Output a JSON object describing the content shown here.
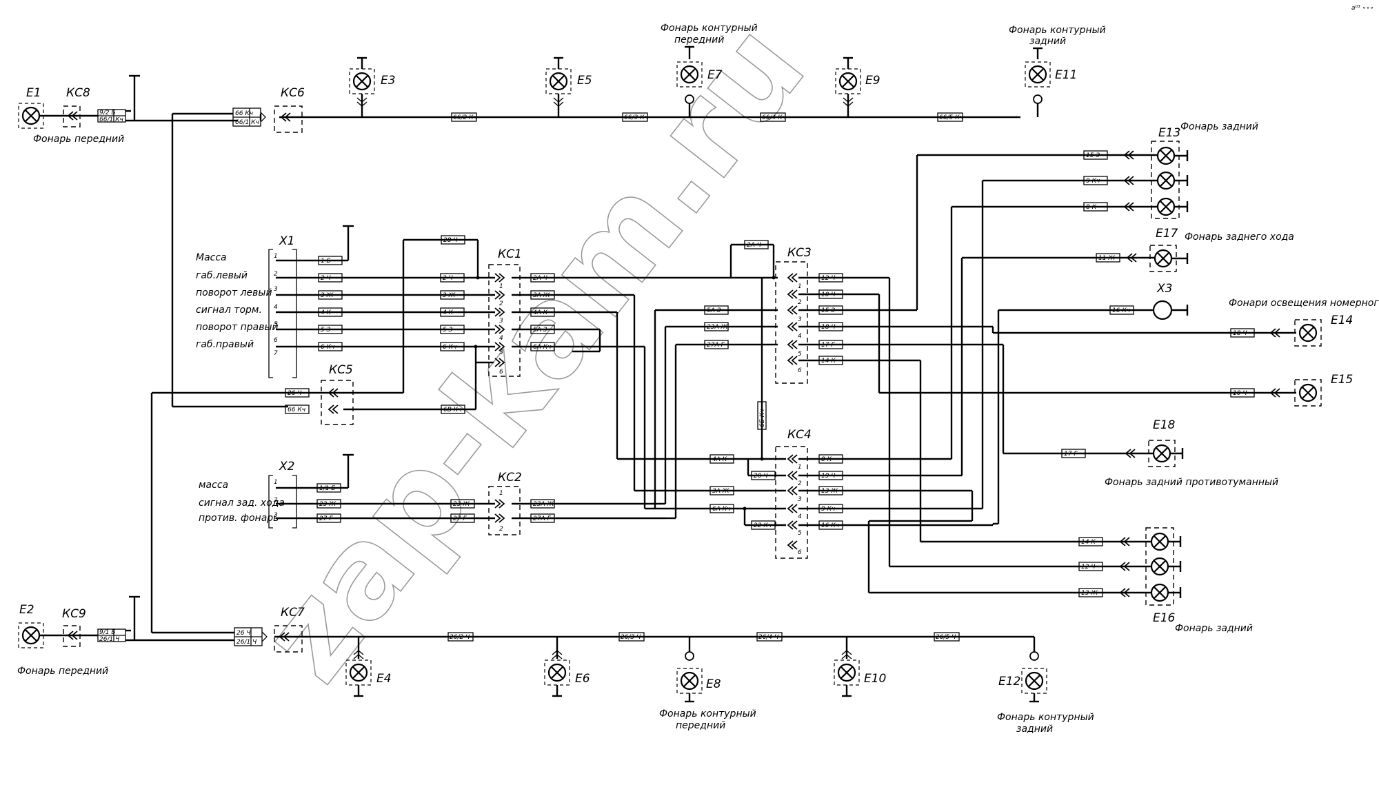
{
  "watermark": "zap-kam.ru",
  "corner_note": "a⁰³ ∘∘∘",
  "lamps": {
    "E1": "E1",
    "E2": "E2",
    "E3": "E3",
    "E4": "E4",
    "E5": "E5",
    "E6": "E6",
    "E7": "E7",
    "E8": "E8",
    "E9": "E9",
    "E10": "E10",
    "E11": "E11",
    "E12": "E12",
    "E13": "E13",
    "E14": "E14",
    "E15": "E15",
    "E16": "E16",
    "E17": "E17",
    "E18": "E18"
  },
  "connectors": {
    "KC1": "КС1",
    "KC2": "КС2",
    "KC3": "КС3",
    "KC4": "КС4",
    "KC5": "КС5",
    "KC6": "КС6",
    "KC7": "КС7",
    "KC8": "КС8",
    "KC9": "КС9",
    "X1": "X1",
    "X2": "X2",
    "X3": "X3"
  },
  "captions": {
    "e1": "Фонарь   передний",
    "e2": "Фонарь   передний",
    "e7_1": "Фонарь контурный",
    "e7_2": "передний",
    "e11_1": "Фонарь контурный",
    "e11_2": "задний",
    "e8_1": "Фонарь контурный",
    "e8_2": "передний",
    "e12_1": "Фонарь контурный",
    "e12_2": "задний",
    "e13": "Фонарь задний",
    "e16": "Фонарь задний",
    "e17": "Фонарь заднего хода",
    "e14": "Фонари освещения номерного знака",
    "e18": "Фонарь задний противотуманный"
  },
  "x1_signals": [
    "Масса",
    "габ.левый",
    "поворот левый",
    "сигнал торм.",
    "поворот правый",
    "габ.правый"
  ],
  "x1_pins": [
    "1",
    "2",
    "3",
    "4",
    "5",
    "6",
    "7"
  ],
  "x2_signals": [
    "масса",
    "сигнал зад. хода",
    "против. фонарь"
  ],
  "x2_pins": [
    "1",
    "2",
    "3"
  ],
  "kc1_pins": [
    "1",
    "2",
    "3",
    "4",
    "5",
    "6"
  ],
  "kc3_pins": [
    "1",
    "2",
    "3",
    "4",
    "5",
    "6"
  ],
  "kc4_pins": [
    "1",
    "2",
    "3",
    "4",
    "5",
    "6"
  ],
  "kc2_pins": [
    "1",
    "2"
  ],
  "wire_tags": {
    "w_e1_a": "9/2   Б",
    "w_e1_b": "66/1  Кч",
    "w_kc6_a": "66    Кч",
    "w_kc6_b": "66/1  Кч",
    "w_top_1": "66/2  Кч",
    "w_top_2": "66/3  Кч",
    "w_top_3": "66/4  Кч",
    "w_top_4": "66/5  Кч",
    "w_e2_a": "9/1   Б",
    "w_e2_b": "26/1  Ч",
    "w_kc7_a": "26    Ч",
    "w_kc7_b": "26/1  Ч",
    "w_bot_1": "26/2  Ч",
    "w_bot_2": "26/3  Ч",
    "w_bot_3": "26/4  Ч",
    "w_bot_4": "26/5  Ч",
    "x1_1": "1   Б",
    "x1_2": "2   Ч",
    "x1_3": "3   Ж",
    "x1_4": "4   К",
    "x1_5": "5   З",
    "x1_6": "6   Кч",
    "kc1_in_0": "28   Ч",
    "kc1_in_1": "2   Ч",
    "kc1_in_2": "3   Ж",
    "kc1_in_3": "4   К",
    "kc1_in_4": "5   З",
    "kc1_in_5": "6   Кч",
    "kc1_out_1": "2А   Ч",
    "kc1_out_2": "3А   Ж",
    "kc1_out_3": "4А   К",
    "kc1_out_4": "5А   З",
    "kc1_out_5": "6А   Кч",
    "kc5_1": "26   Ч",
    "kc5_2": "66   Кч",
    "kc5_3": "6В   Кч",
    "x2_1": "1/1  Б",
    "x2_2": "23   Ж",
    "x2_3": "27   Г",
    "kc2_in_1": "23   Ж",
    "kc2_in_2": "27   Г",
    "kc2_out_1": "23А   Ж",
    "kc2_out_2": "27А   Г",
    "kc3_top": "2А   Ч",
    "kc3_l_3": "5А   З",
    "kc3_l_4": "23А   Ж",
    "kc3_l_5": "27А   Г",
    "kc3_r_1": "12   Ч",
    "kc3_r_2": "10   Ч",
    "kc3_r_3": "15   З",
    "kc3_r_4": "18   Ч",
    "kc3_r_5": "17   Г",
    "kc3_r_6": "14   К",
    "vert": "6Б   Кч",
    "kc4_l_1": "4А   К",
    "kc4_l_2": "20   Ч",
    "kc4_l_3": "3А   Ж",
    "kc4_l_4": "6А   Кч",
    "kc4_l_5": "22   Кч",
    "kc4_r_1": "8   К",
    "kc4_r_2": "19   Ч",
    "kc4_r_3": "13   Ж",
    "kc4_r_4": "9   Кч",
    "kc4_r_5": "16   Кч",
    "e13_1": "15   З",
    "e13_2": "9   Кч",
    "e13_3": "8   К",
    "e17": "11   Ж",
    "x3": "16   Кч",
    "e14": "18   Ч",
    "e15": "10   Ч",
    "e18": "17   Г",
    "e16_1": "14   К",
    "e16_2": "12   Ч",
    "e16_3": "13   Ж"
  }
}
